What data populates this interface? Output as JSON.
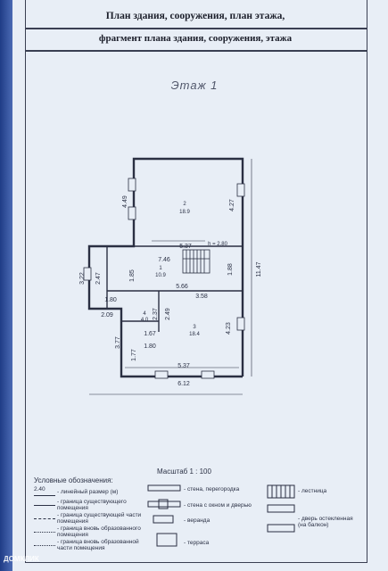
{
  "header": {
    "line1": "План здания, сооружения, план этажа,",
    "line2": "фрагмент плана здания, сооружения, этажа"
  },
  "floor_title": "Этаж 1",
  "plan": {
    "room_a_number": "2",
    "room_a_area": "18.9",
    "room_b_number": "1",
    "room_b_area": "10.9",
    "room_c_number": "4",
    "room_c_area": "4.0",
    "room_d_number": "3",
    "room_d_area": "18.4",
    "height_label": "h = 2.80",
    "dims": {
      "d_449": "4.49",
      "d_427": "4.27",
      "d_537_top": "5.37",
      "d_746": "7.46",
      "d_185": "1.85",
      "d_188": "1.88",
      "d_1147": "11.47",
      "d_322": "3.22",
      "d_247": "2.47",
      "d_566": "5.66",
      "d_180_left": "1.80",
      "d_358": "3.58",
      "d_209": "2.09",
      "d_237": "2.37",
      "d_249": "2.49",
      "d_423": "4.23",
      "d_167": "1.67",
      "d_377": "3.77",
      "d_180_bottom": "1.80",
      "d_177": "1.77",
      "d_537_bottom": "5.37",
      "d_612": "6.12"
    }
  },
  "legend": {
    "title": "Условные обозначения:",
    "scale": "Масштаб 1 : 100",
    "sample_value": "2.40",
    "items": [
      "- линейный размер (м)",
      "- граница существующего помещения",
      "- граница существующей части помещения",
      "- граница вновь образованного помещения",
      "- граница вновь образованной части помещения"
    ],
    "symbols": [
      "- стена, перегородка",
      "- стена с окном и дверью",
      "- веранда",
      "- терраса"
    ],
    "right_items": [
      "- лестница",
      "- дверь остекленная (на балкон)"
    ]
  },
  "watermark": "ДОМКЛИК"
}
